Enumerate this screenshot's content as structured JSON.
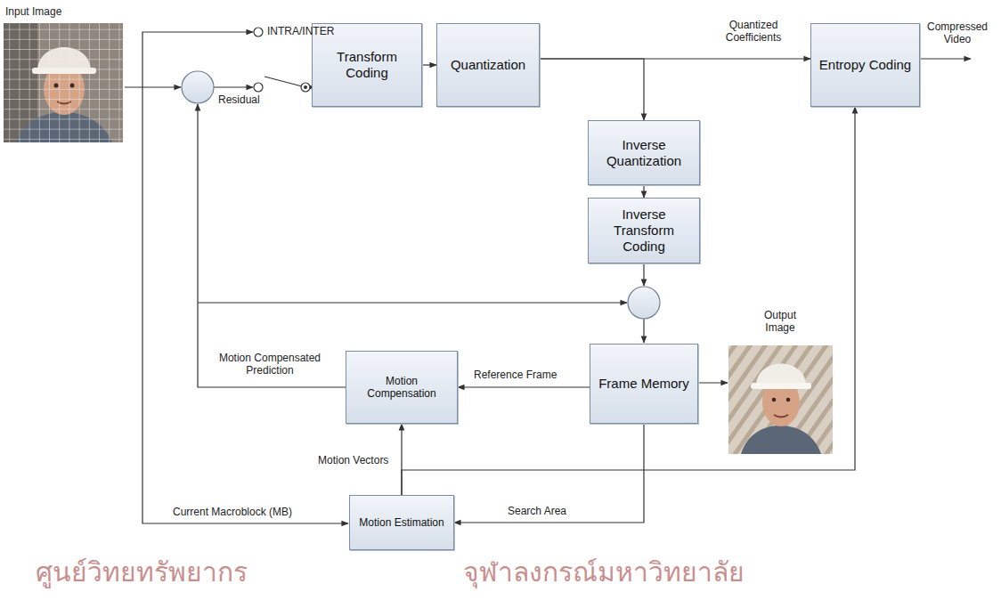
{
  "diagram": {
    "nodes": [
      {
        "text": [
          "Transform Coding"
        ]
      },
      {
        "text": [
          "Quantization"
        ]
      },
      {
        "text": [
          "Entropy Coding"
        ]
      },
      {
        "text": [
          "Inverse Quantization"
        ]
      },
      {
        "text": [
          "Inverse Transform Coding"
        ]
      },
      {
        "text": [
          "Motion Compensation"
        ]
      },
      {
        "text": [
          "Frame Memory"
        ]
      },
      {
        "text": [
          "Motion Estimation"
        ]
      }
    ],
    "edges": [
      {
        "from": 0,
        "to": 1,
        "arrow": "to"
      },
      {
        "from": 1,
        "to": 2,
        "label": "Quantized Coefficients",
        "arrow": "to"
      },
      {
        "from": 1,
        "to": 3,
        "arrow": "to"
      },
      {
        "from": 3,
        "to": 4,
        "arrow": "to"
      },
      {
        "from": 6,
        "to": 5,
        "label": "Reference Frame",
        "arrow": "to"
      },
      {
        "from": 6,
        "to": 7,
        "label": "Search Area",
        "arrow": "to"
      },
      {
        "from": 7,
        "to": 5,
        "label": "Motion Vectors",
        "arrow": "to"
      },
      {
        "from": 7,
        "to": 2,
        "arrow": "to"
      }
    ],
    "labels": [
      "Input Image",
      "INTRA/INTER",
      "Residual",
      "Compressed Video",
      "Output Image",
      "Motion Compensated Prediction",
      "Current Macroblock (MB)",
      "ศูนย์วิทยทรัพยากร",
      "จุฬาลงกรณ์มหาวิทยาลัย"
    ]
  }
}
